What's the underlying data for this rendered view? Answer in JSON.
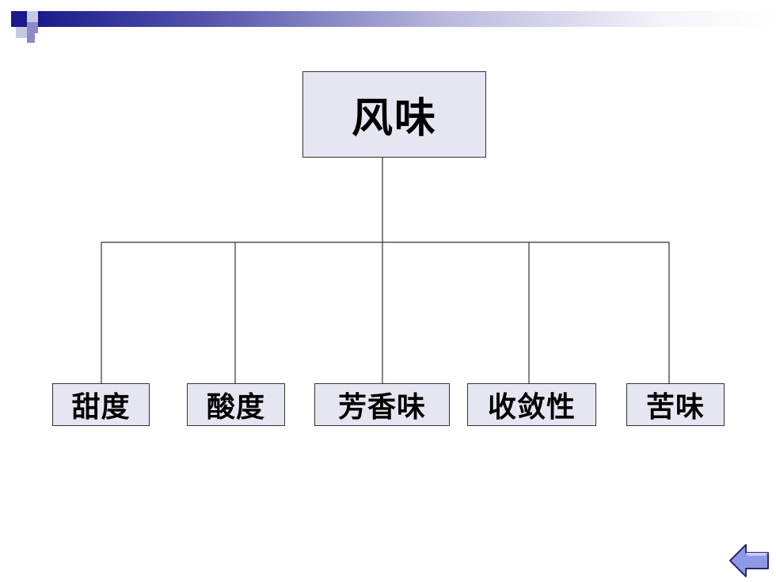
{
  "diagram": {
    "root": {
      "label": "风味"
    },
    "children": [
      {
        "label": "甜度"
      },
      {
        "label": "酸度"
      },
      {
        "label": "芳香味"
      },
      {
        "label": "收敛性"
      },
      {
        "label": "苦味"
      }
    ]
  },
  "colors": {
    "box_fill": "#e6e6f2",
    "box_border": "#333333",
    "line": "#333333",
    "banner_dark": "#1a1a8c",
    "banner_mid": "#8a8ac8",
    "banner_light": "#c8c8e4",
    "arrow_fill": "#8c9ae6",
    "arrow_stroke": "#2a2a6a"
  },
  "icons": {
    "back": "back-arrow-icon"
  }
}
